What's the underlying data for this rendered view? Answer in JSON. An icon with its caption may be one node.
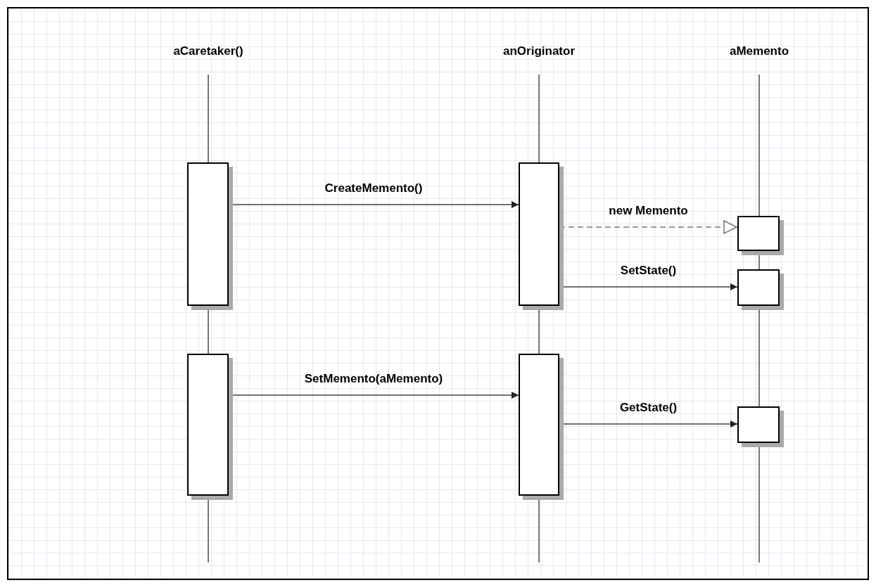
{
  "diagram": {
    "nodes": [
      {
        "text": [
          "aCaretaker()"
        ]
      },
      {
        "text": [
          "anOriginator"
        ]
      },
      {
        "text": [
          "aMemento"
        ]
      },
      {
        "text": [],
        "shape": "bar"
      },
      {
        "text": [],
        "shape": "bar"
      },
      {
        "text": [],
        "shape": "bar"
      },
      {
        "text": [],
        "shape": "bar"
      },
      {
        "text": [],
        "shape": "bar"
      },
      {
        "text": [],
        "shape": "bar"
      },
      {
        "text": [],
        "shape": "bar"
      }
    ],
    "edges": [
      {
        "from": 3,
        "to": 5,
        "arrow": "to",
        "label": "CreateMemento()"
      },
      {
        "from": 5,
        "to": 7,
        "arrow": "to",
        "label": "new Memento",
        "style": "dashed"
      },
      {
        "from": 5,
        "to": 8,
        "arrow": "to",
        "label": "SetState()"
      },
      {
        "from": 4,
        "to": 6,
        "arrow": "to",
        "label": "SetMemento(aMemento)"
      },
      {
        "from": 6,
        "to": 9,
        "arrow": "to",
        "label": "GetState()"
      }
    ]
  }
}
